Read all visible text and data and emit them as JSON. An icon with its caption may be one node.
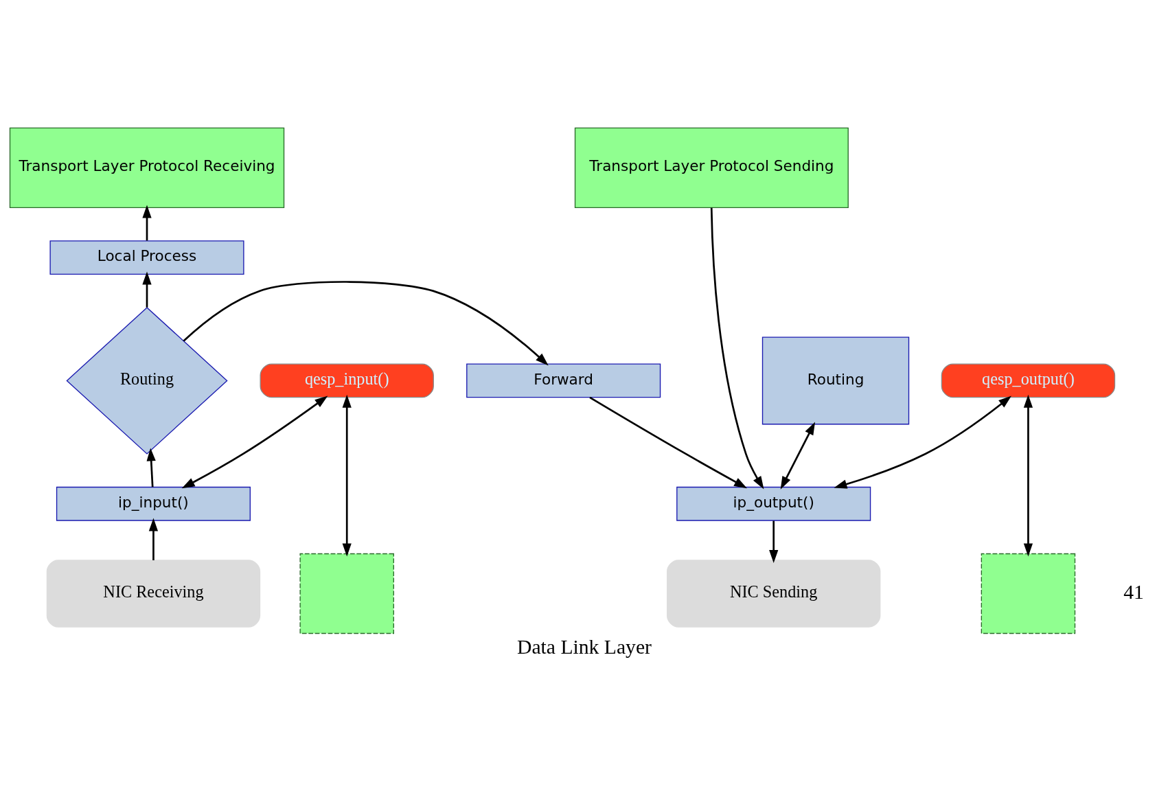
{
  "diagram": {
    "caption": "Data Link Layer",
    "nodes": [
      {
        "text": [
          "Transport Layer Protocol Receiving"
        ]
      },
      {
        "text": [
          "Transport Layer Protocol Sending"
        ]
      },
      {
        "text": [
          "Local Process"
        ]
      },
      {
        "text": [
          "Routing"
        ]
      },
      {
        "text": [
          "Forward"
        ]
      },
      {
        "text": [
          "Routing"
        ]
      },
      {
        "text": [
          "qesp_input()"
        ]
      },
      {
        "text": [
          "qesp_output()"
        ]
      },
      {
        "text": [
          "ip_input()"
        ]
      },
      {
        "text": [
          "ip_output()"
        ]
      },
      {
        "text": [],
        "shape": "box"
      },
      {
        "text": [],
        "shape": "box"
      },
      {
        "text": [
          "NIC Receiving"
        ]
      },
      {
        "text": [
          "NIC Sending"
        ]
      }
    ],
    "edges": [
      {
        "from": 8,
        "to": 3,
        "arrow": "to"
      },
      {
        "from": 3,
        "to": 2,
        "arrow": "to"
      },
      {
        "from": 2,
        "to": 0,
        "arrow": "to"
      },
      {
        "from": 3,
        "to": 4,
        "arrow": "to"
      },
      {
        "from": 4,
        "to": 9,
        "arrow": "to"
      },
      {
        "from": 1,
        "to": 9,
        "arrow": "to"
      },
      {
        "from": 5,
        "to": 9,
        "arrow": "both"
      },
      {
        "from": 9,
        "to": 13,
        "arrow": "to"
      },
      {
        "from": 12,
        "to": 8,
        "arrow": "to"
      },
      {
        "from": 8,
        "to": 6,
        "arrow": "both"
      },
      {
        "from": 6,
        "to": 10,
        "arrow": "both"
      },
      {
        "from": 7,
        "to": 11,
        "arrow": "both"
      },
      {
        "from": 7,
        "to": 9,
        "arrow": "both"
      }
    ],
    "labels": [
      "41"
    ]
  }
}
